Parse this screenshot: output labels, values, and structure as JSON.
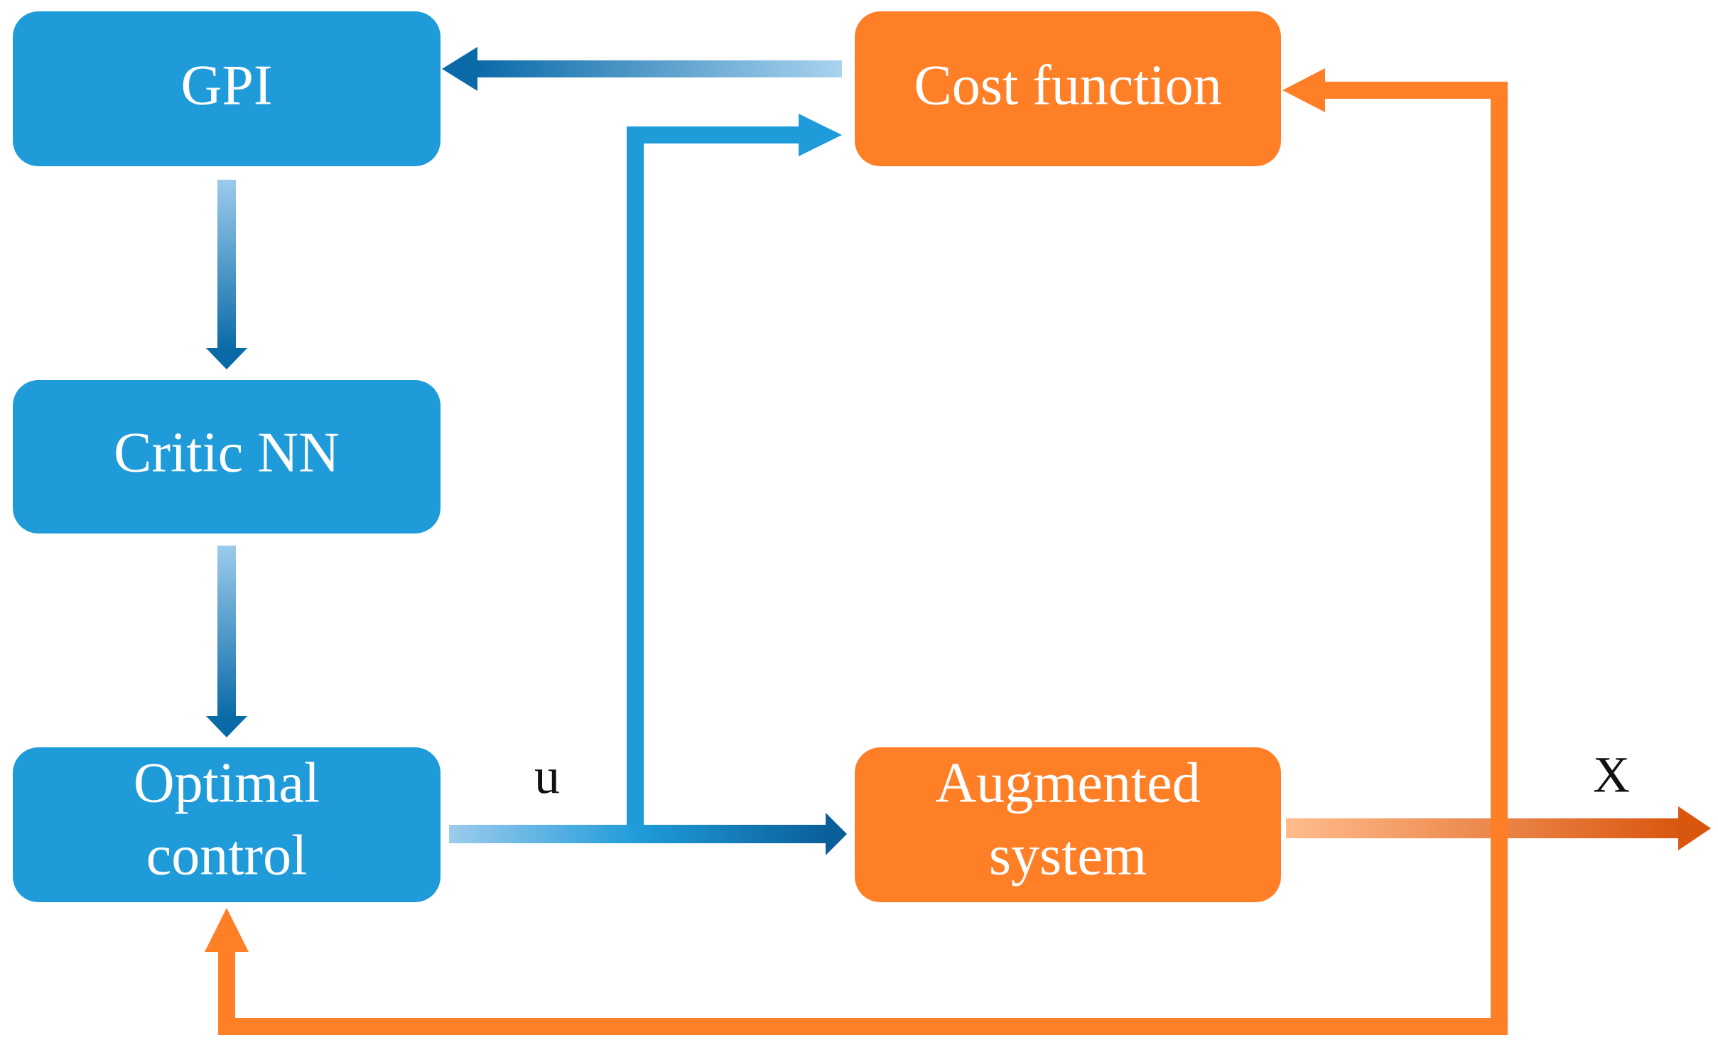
{
  "colors": {
    "blue": "#1f9bd9",
    "blue_dark": "#0a6aa8",
    "blue_light": "#8cc4e8",
    "orange": "#ff7f27",
    "orange_dark": "#d9560f",
    "orange_light": "#ffb47d"
  },
  "nodes": {
    "gpi": {
      "label": "GPI"
    },
    "critic_nn": {
      "label": "Critic NN"
    },
    "optimal_control": {
      "line1": "Optimal",
      "line2": "control"
    },
    "cost_function": {
      "label": "Cost function"
    },
    "augmented_system": {
      "line1": "Augmented",
      "line2": "system"
    }
  },
  "edge_labels": {
    "control_signal": "u",
    "state_output": "X"
  }
}
